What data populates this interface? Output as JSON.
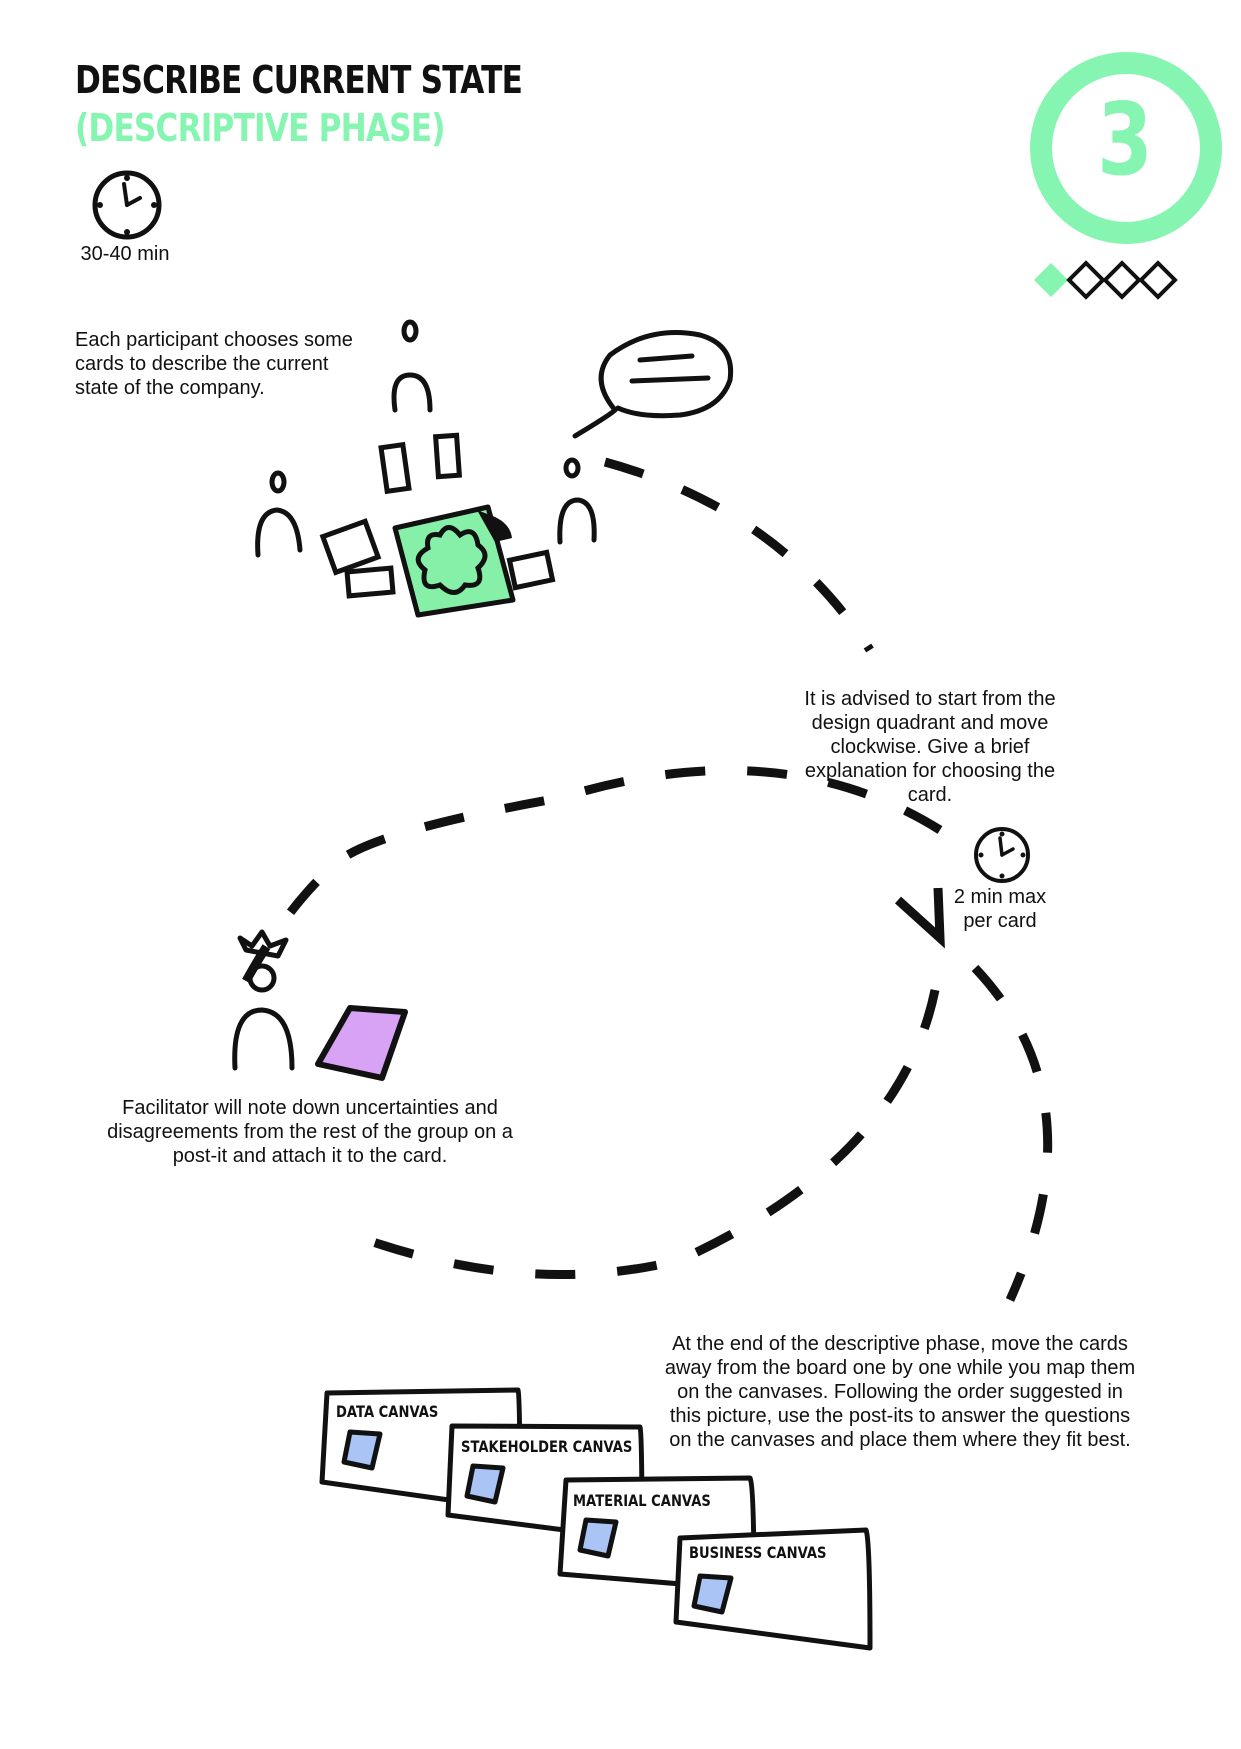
{
  "header": {
    "title": "DESCRIBE CURRENT STATE",
    "subtitle": "(DESCRIPTIVE PHASE)",
    "duration": "30-40 min",
    "phase_number": "3",
    "progress": {
      "current": 1,
      "total": 4
    }
  },
  "steps": {
    "choose_cards": "Each participant chooses some cards to describe the current state of the company.",
    "start_design": "It is advised to start from the design quadrant and move clockwise. Give a brief explanation for choosing the card.",
    "time_per_card": "2 min max per card",
    "facilitator": "Facilitator will note down uncertainties and disagreements from the rest of the group on a post-it and attach it to the card.",
    "end_phase": "At the end of the descriptive phase, move the cards away from the board one by one while you map them on the canvases. Following the order suggested in this picture, use the post-its to answer the questions on the canvases and place them where they fit best."
  },
  "canvases": [
    {
      "label": "DATA CANVAS"
    },
    {
      "label": "STAKEHOLDER CANVAS"
    },
    {
      "label": "MATERIAL CANVAS"
    },
    {
      "label": "BUSINESS CANVAS"
    }
  ],
  "colors": {
    "accent": "#86f5b1",
    "board": "#86f0a8",
    "facilitator_postit": "#d9a3f5",
    "canvas_postit": "#a9c4f5",
    "ink": "#111111"
  },
  "icons": [
    "clock-icon",
    "person-icon",
    "speech-bubble-icon",
    "crown-icon",
    "diamond-icon"
  ]
}
